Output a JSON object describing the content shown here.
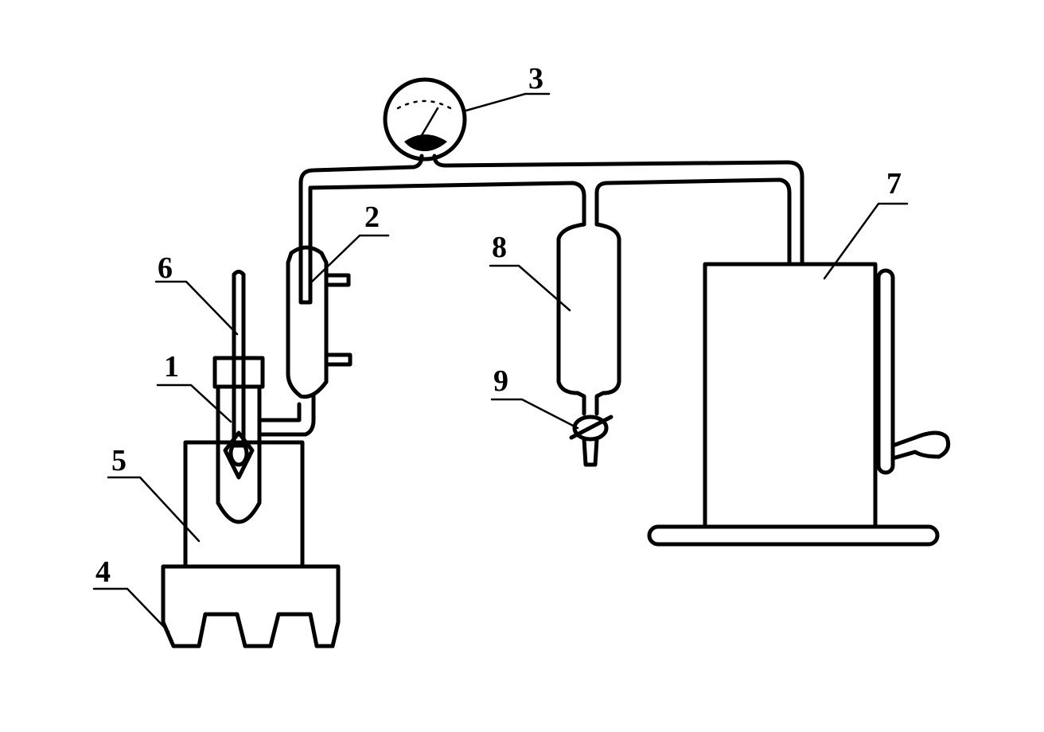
{
  "labels": {
    "l1": "1",
    "l2": "2",
    "l3": "3",
    "l4": "4",
    "l5": "5",
    "l6": "6",
    "l7": "7",
    "l8": "8",
    "l9": "9"
  },
  "colors": {
    "ink": "#000000",
    "paper": "#ffffff"
  }
}
